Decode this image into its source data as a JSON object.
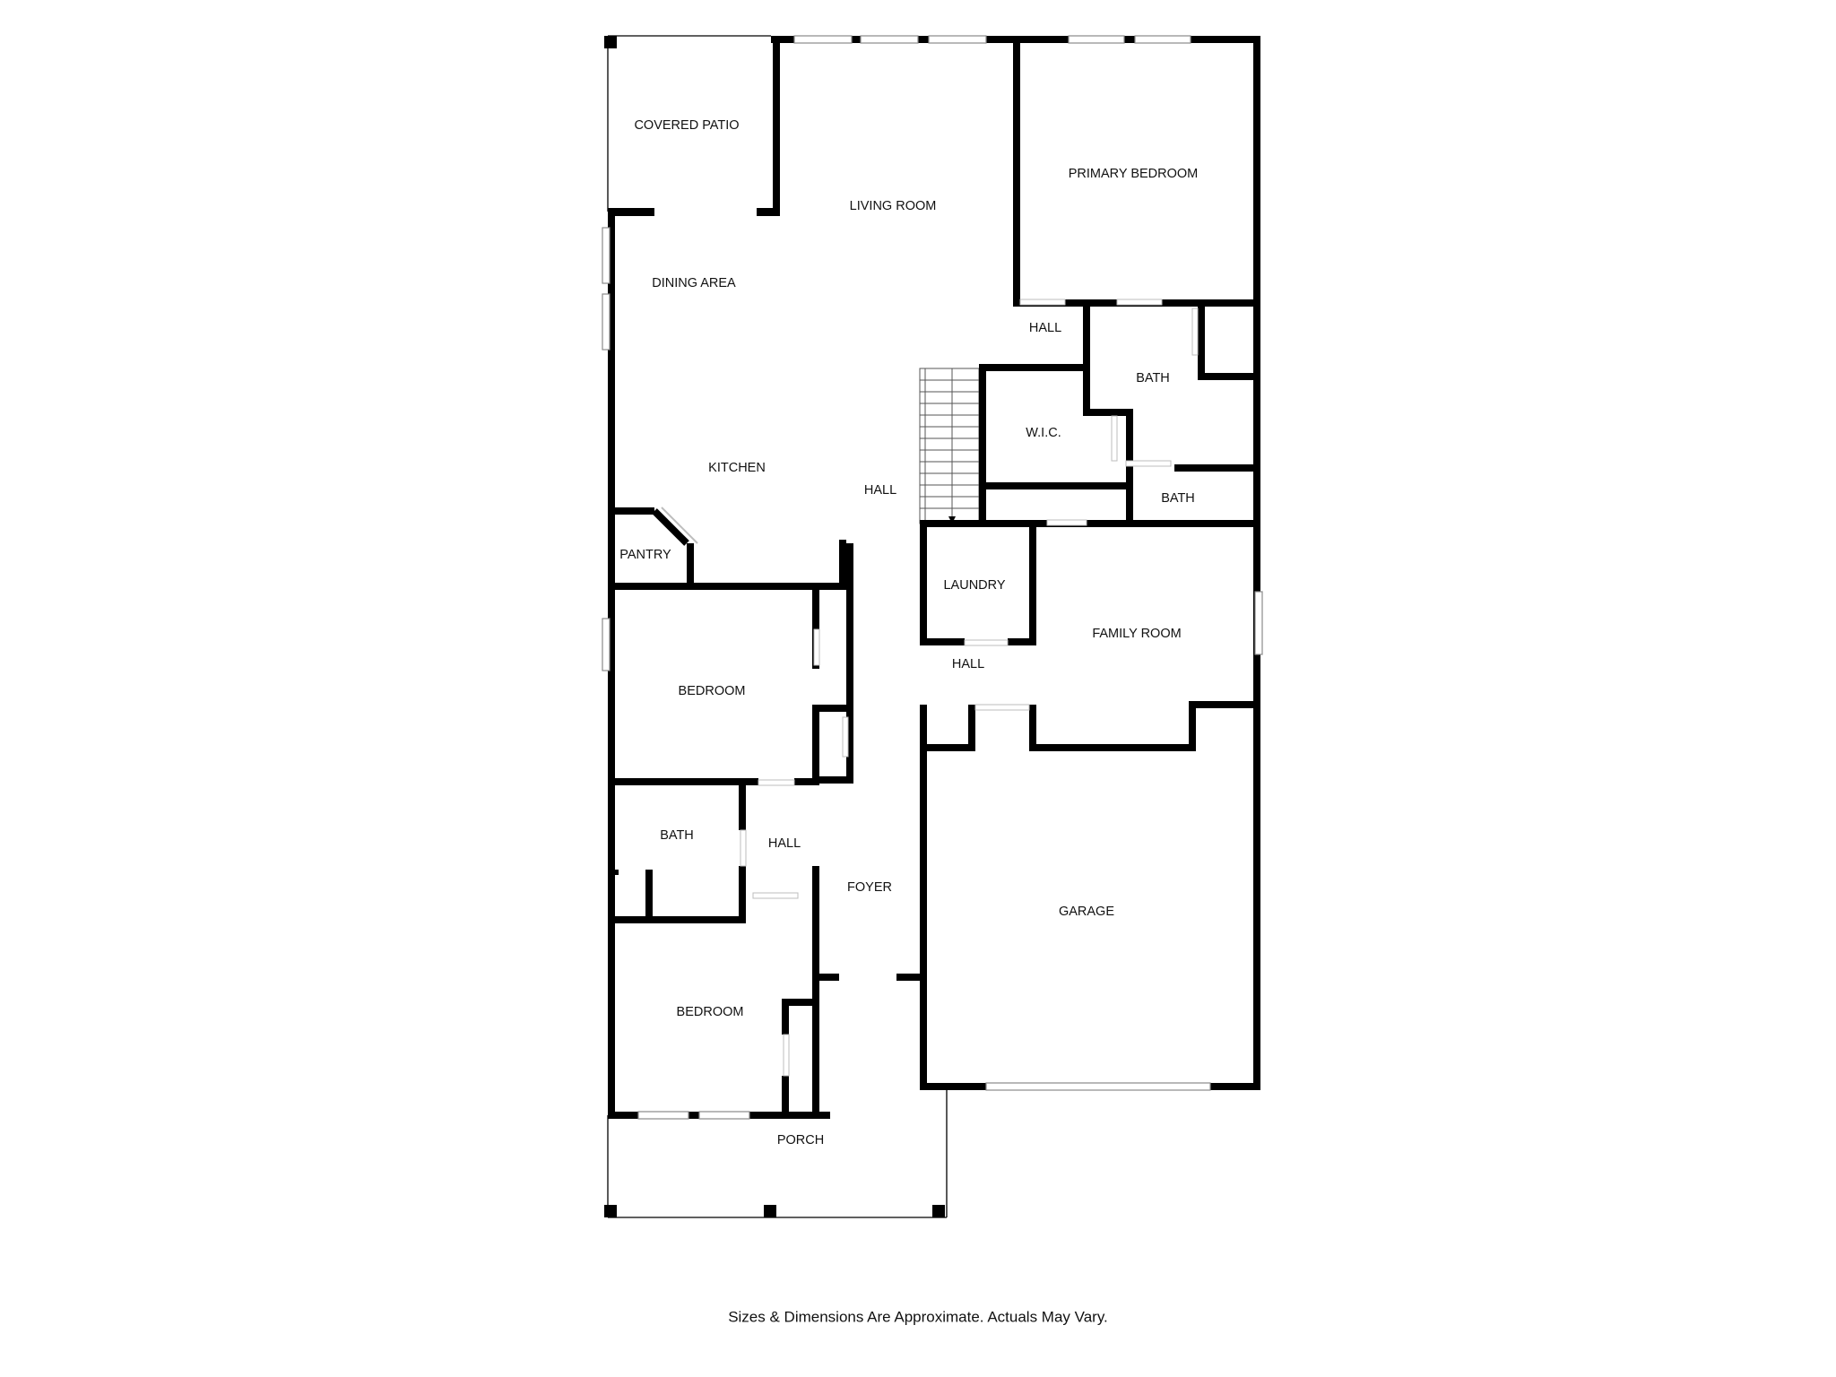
{
  "plan": {
    "disclaimer": "Sizes & Dimensions Are Approximate.  Actuals May Vary.",
    "rooms": {
      "covered_patio": "COVERED PATIO",
      "living_room": "LIVING ROOM",
      "primary_bedroom": "PRIMARY BEDROOM",
      "dining_area": "DINING AREA",
      "hall_upper": "HALL",
      "bath_primary": "BATH",
      "wic": "W.I.C.",
      "kitchen": "KITCHEN",
      "hall_center": "HALL",
      "bath_small": "BATH",
      "pantry": "PANTRY",
      "laundry": "LAUNDRY",
      "family_room": "FAMILY ROOM",
      "bedroom_1": "BEDROOM",
      "hall_laundry": "HALL",
      "bath_hall": "BATH",
      "hall_bedrooms": "HALL",
      "foyer": "FOYER",
      "garage": "GARAGE",
      "bedroom_2": "BEDROOM",
      "porch": "PORCH"
    }
  }
}
